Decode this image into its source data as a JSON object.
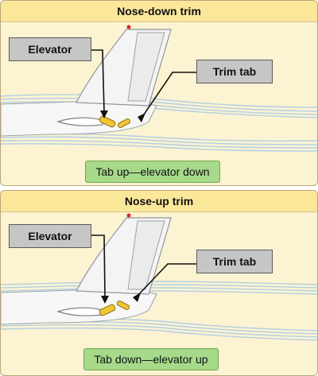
{
  "colors": {
    "panel_bg": "#fcf3d2",
    "header_bg": "#fbe79a",
    "label_bg": "#c6c6c6",
    "caption_bg": "#a6d98a",
    "airflow": "#a9cbe8",
    "surface_yellow": "#f2c534"
  },
  "panels": [
    {
      "title": "Nose-down trim",
      "labels": {
        "elevator": "Elevator",
        "trim_tab": "Trim tab"
      },
      "caption": "Tab up—elevator down"
    },
    {
      "title": "Nose-up trim",
      "labels": {
        "elevator": "Elevator",
        "trim_tab": "Trim tab"
      },
      "caption": "Tab down—elevator up"
    }
  ]
}
